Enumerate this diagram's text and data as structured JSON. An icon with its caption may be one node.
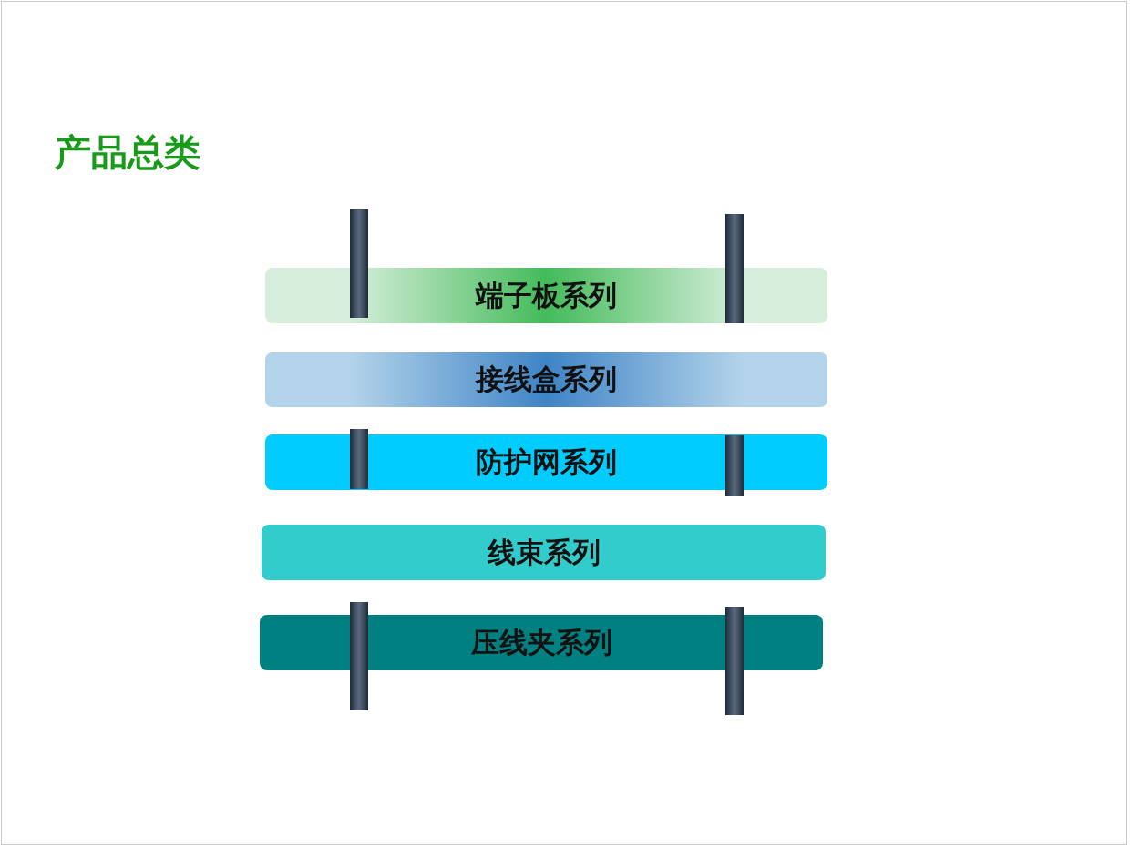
{
  "diagram": {
    "title": "产品总类",
    "nodes": [
      {
        "text": [
          "端子板系列"
        ]
      },
      {
        "text": [
          "接线盒系列"
        ]
      },
      {
        "text": [
          "防护网系列"
        ]
      },
      {
        "text": [
          "线束系列"
        ]
      },
      {
        "text": [
          "压线夹系列"
        ]
      },
      {
        "text": [],
        "shape": "bar"
      },
      {
        "text": [],
        "shape": "bar"
      },
      {
        "text": [],
        "shape": "bar"
      },
      {
        "text": [],
        "shape": "bar"
      },
      {
        "text": [],
        "shape": "bar"
      },
      {
        "text": [],
        "shape": "bar"
      }
    ],
    "edges": []
  }
}
